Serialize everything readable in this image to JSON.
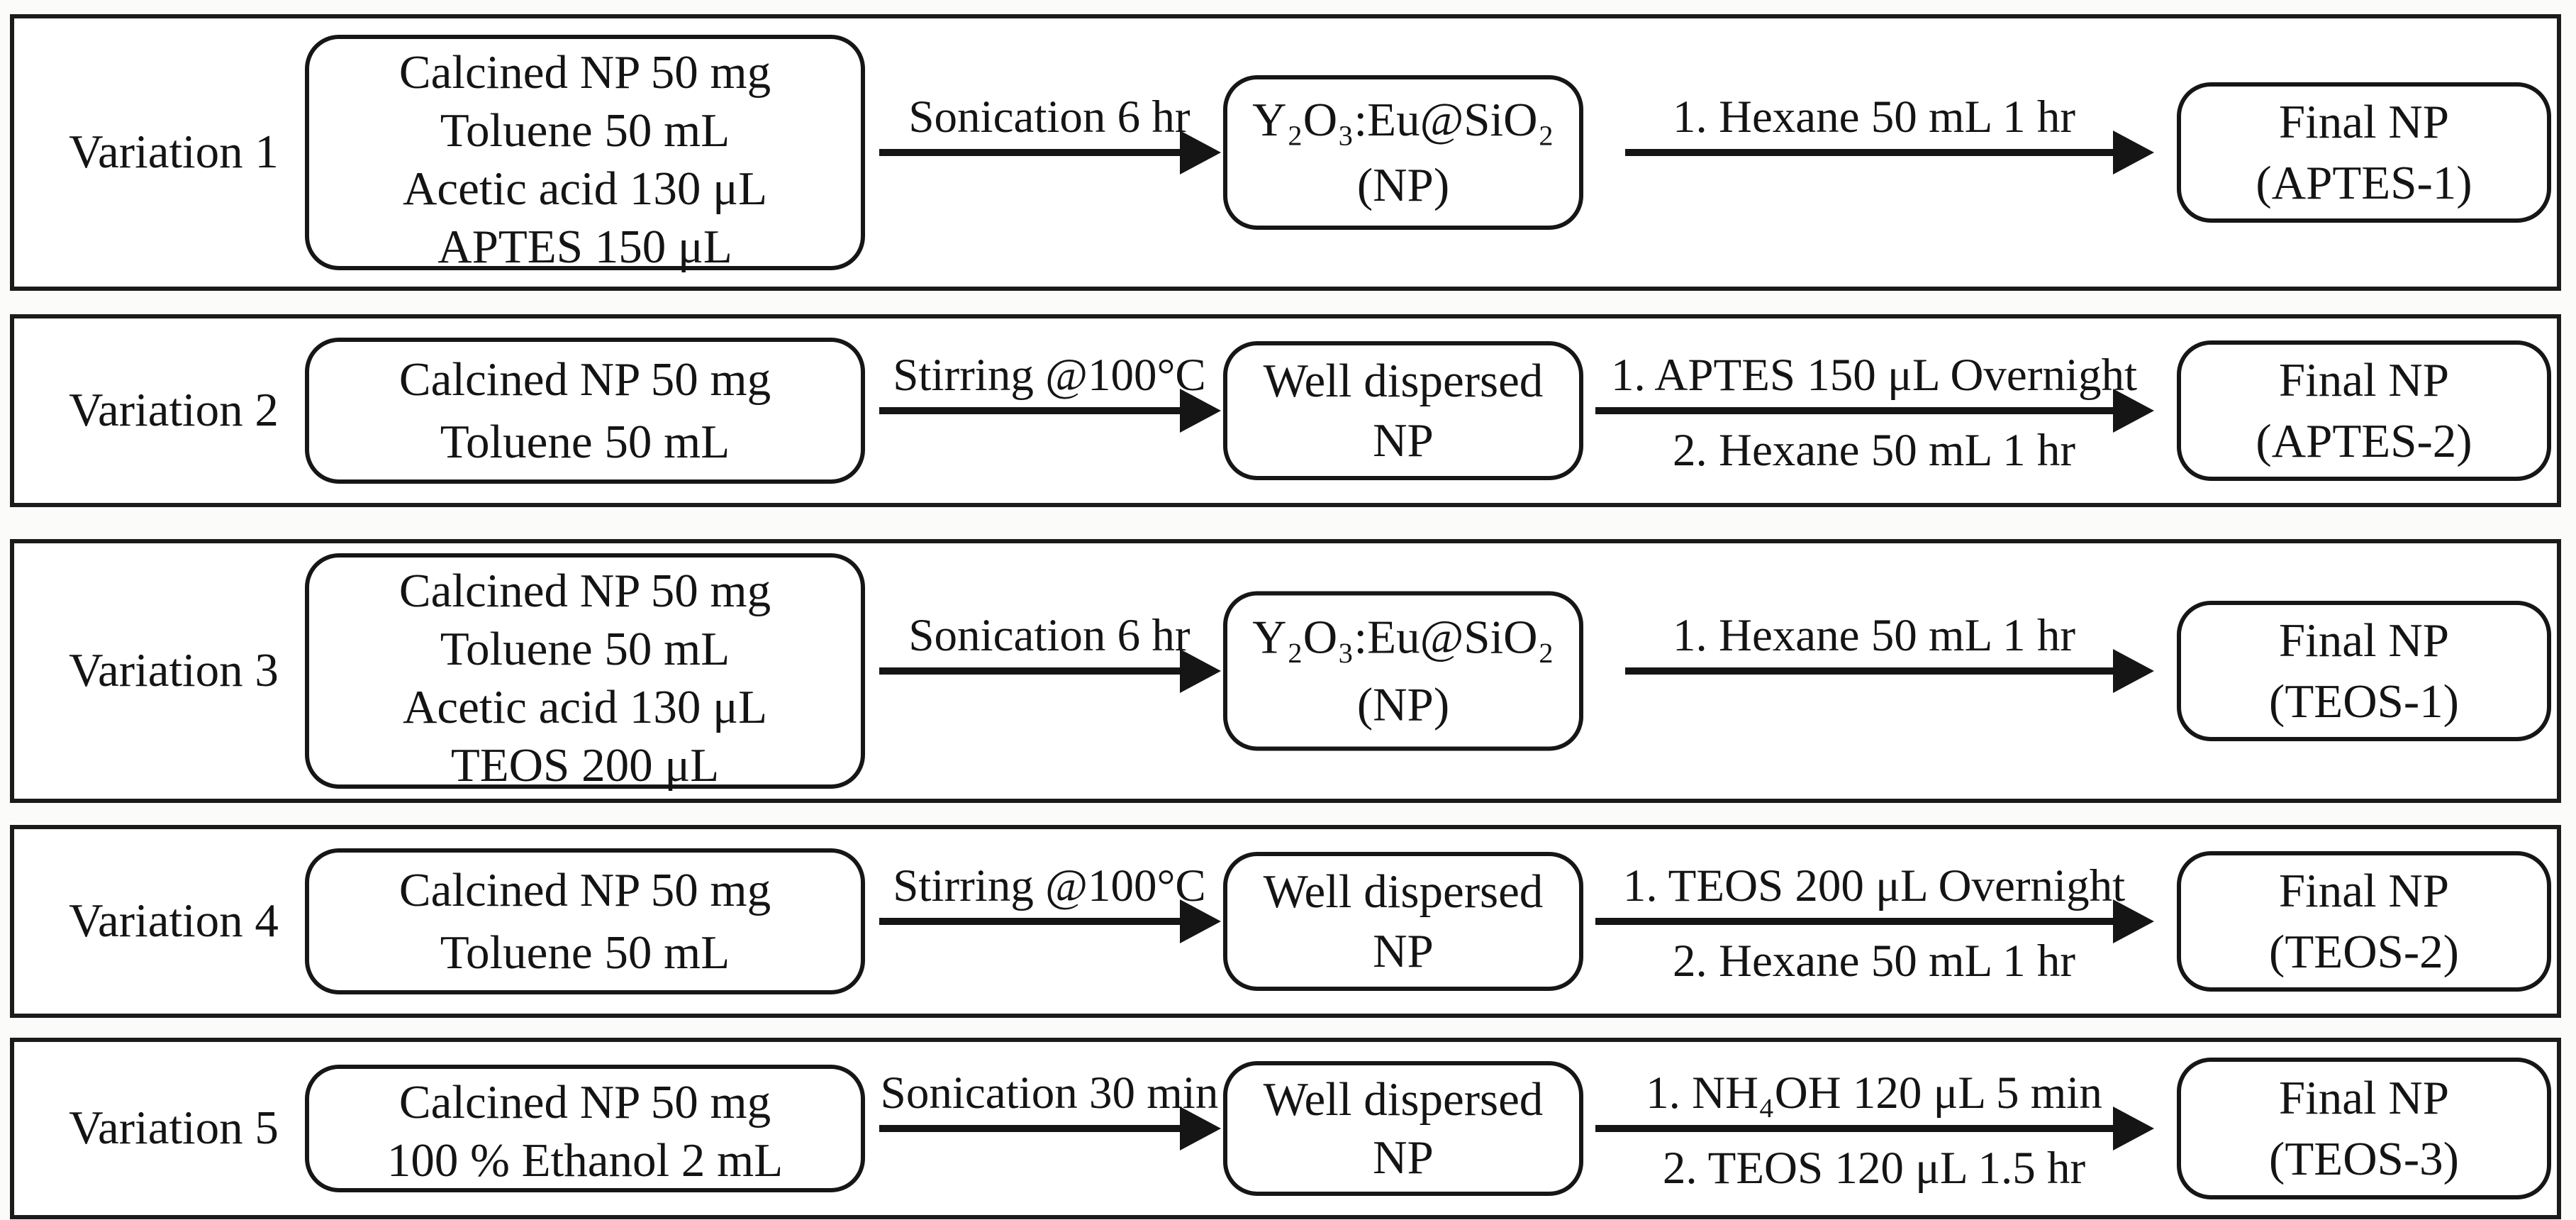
{
  "rows": [
    {
      "label": "Variation 1",
      "input_box": [
        "Calcined NP 50 mg",
        "Toluene 50 mL",
        "Acetic acid 130 μL",
        "APTES 150 μL"
      ],
      "step1": {
        "top": "Sonication 6 hr"
      },
      "mid_box": [
        "Y₂O₃:Eu@SiO₂",
        "(NP)"
      ],
      "step2": {
        "top": "1. Hexane 50 mL 1 hr"
      },
      "final_box": [
        "Final NP",
        "(APTES-1)"
      ]
    },
    {
      "label": "Variation 2",
      "input_box": [
        "Calcined NP 50 mg",
        "Toluene 50 mL"
      ],
      "step1": {
        "top": "Stirring @100°C"
      },
      "mid_box": [
        "Well dispersed",
        "NP"
      ],
      "step2": {
        "top": "1. APTES 150 μL Overnight",
        "bottom": "2. Hexane 50 mL 1 hr"
      },
      "final_box": [
        "Final NP",
        "(APTES-2)"
      ]
    },
    {
      "label": "Variation 3",
      "input_box": [
        "Calcined NP 50 mg",
        "Toluene 50 mL",
        "Acetic acid 130 μL",
        "TEOS 200 μL"
      ],
      "step1": {
        "top": "Sonication 6 hr"
      },
      "mid_box": [
        "Y₂O₃:Eu@SiO₂",
        "(NP)"
      ],
      "step2": {
        "top": "1. Hexane 50 mL 1 hr"
      },
      "final_box": [
        "Final NP",
        "(TEOS-1)"
      ]
    },
    {
      "label": "Variation 4",
      "input_box": [
        "Calcined NP 50 mg",
        "Toluene 50 mL"
      ],
      "step1": {
        "top": "Stirring @100°C"
      },
      "mid_box": [
        "Well dispersed",
        "NP"
      ],
      "step2": {
        "top": "1. TEOS 200 μL Overnight",
        "bottom": "2. Hexane 50 mL 1 hr"
      },
      "final_box": [
        "Final NP",
        "(TEOS-2)"
      ]
    },
    {
      "label": "Variation 5",
      "input_box": [
        "Calcined NP 50 mg",
        "100 % Ethanol 2 mL"
      ],
      "step1": {
        "top": "Sonication 30 min"
      },
      "mid_box": [
        "Well dispersed",
        "NP"
      ],
      "step2": {
        "top": "1. NH₄OH 120 μL 5 min",
        "bottom": "2. TEOS 120 μL 1.5 hr"
      },
      "final_box": [
        "Final NP",
        "(TEOS-3)"
      ]
    }
  ],
  "colors": {
    "ink": "#151515",
    "panel_bg": "#ffffff"
  }
}
